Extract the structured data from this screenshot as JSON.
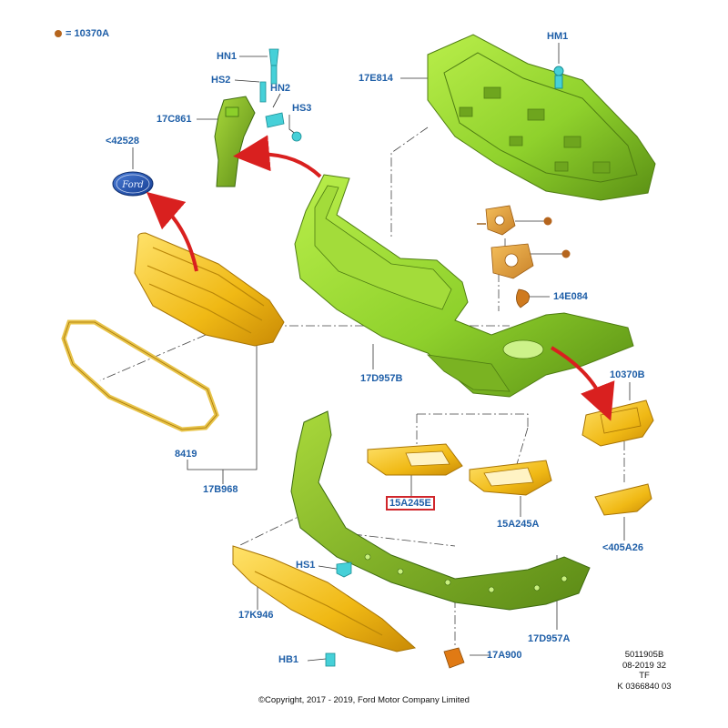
{
  "legend": {
    "marker_color": "#b5651d",
    "text": "= 10370A"
  },
  "labels": {
    "HN1": "HN1",
    "HS2": "HS2",
    "HN2": "HN2",
    "HS3": "HS3",
    "17C861": "17C861",
    "42528": "<42528",
    "17E814": "17E814",
    "HM1": "HM1",
    "14E084": "14E084",
    "17D957B": "17D957B",
    "10370B": "10370B",
    "8419": "8419",
    "17B968": "17B968",
    "15A245E": "15A245E",
    "15A245A": "15A245A",
    "405A26": "<405A26",
    "HS1": "HS1",
    "17K946": "17K946",
    "HB1": "HB1",
    "17A900": "17A900",
    "17D957A": "17D957A"
  },
  "ref_block": {
    "line1": "5011905B",
    "line2": "08-2019 32",
    "line3": "TF",
    "line4": "K 0366840 03"
  },
  "copyright": "©Copyright, 2017 - 2019, Ford Motor Company Limited",
  "colors": {
    "label_blue": "#1f5fa8",
    "part_green": "#8ccf2a",
    "part_yellow": "#f2c21b",
    "clip_cyan": "#46d0d8",
    "arrow_red": "#d9201f",
    "highlight_red": "#d0262b",
    "pointer_brown": "#b5651d"
  }
}
